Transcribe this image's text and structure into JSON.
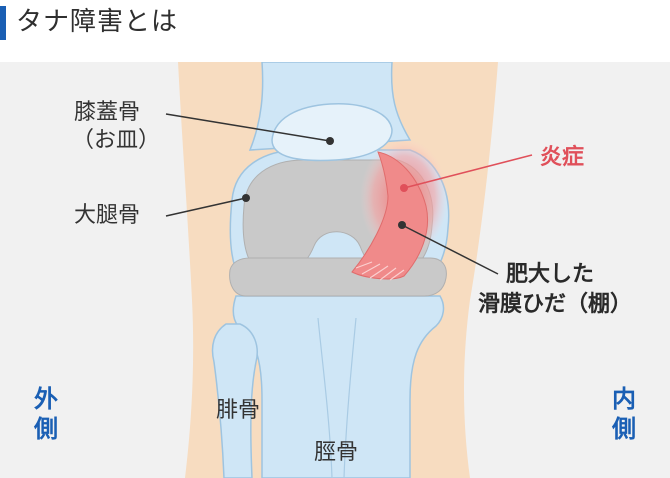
{
  "header": {
    "title": "タナ障害とは"
  },
  "labels": {
    "patella_line1": "膝蓋骨",
    "patella_line2": "（お皿）",
    "femur": "大腿骨",
    "inflammation": "炎症",
    "plica_line1": "肥大した",
    "plica_line2": "滑膜ひだ（棚）",
    "fibula": "腓骨",
    "tibia": "脛骨"
  },
  "sides": {
    "outer_1": "外",
    "outer_2": "側",
    "inner_1": "内",
    "inner_2": "側"
  },
  "colors": {
    "accent": "#1a5fb4",
    "inflammation": "#e0505a",
    "skin": "#f7dcc0",
    "bone": "#cfe6f6",
    "cartilage": "#c9c9c9"
  }
}
